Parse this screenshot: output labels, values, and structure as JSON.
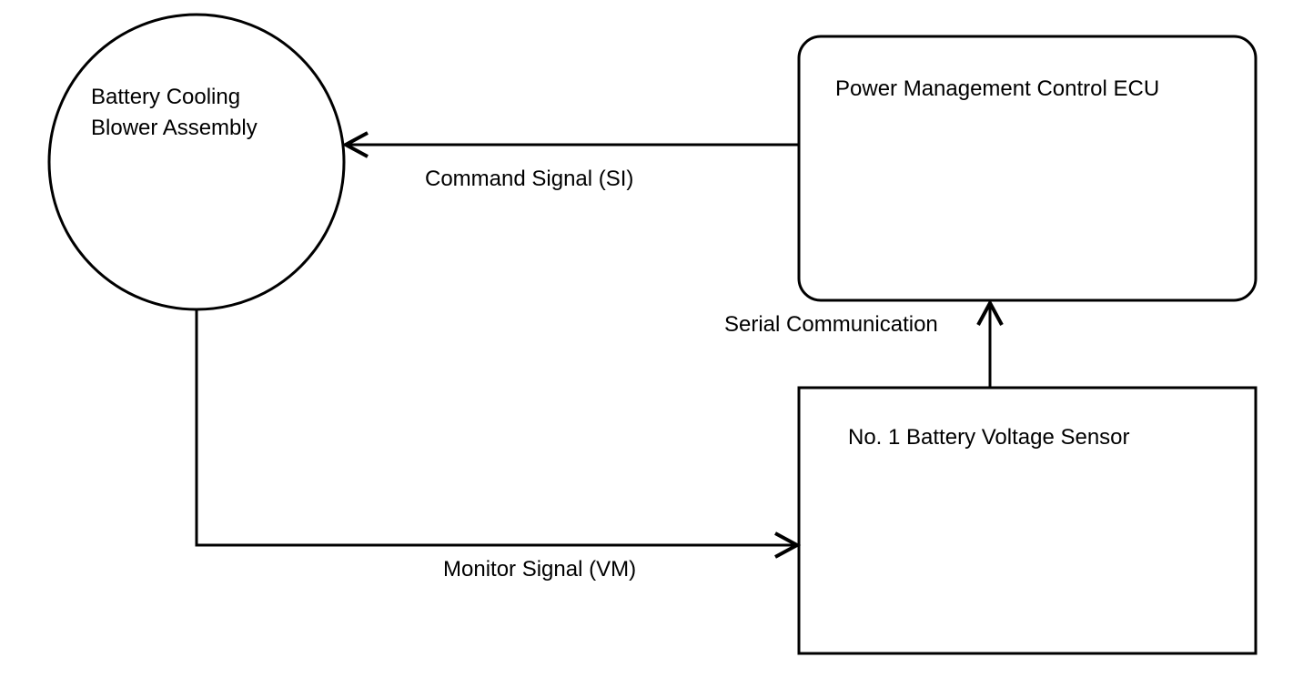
{
  "diagram": {
    "nodes": {
      "blower": {
        "shape": "circle",
        "label_line1": "Battery Cooling",
        "label_line2": "Blower Assembly"
      },
      "ecu": {
        "shape": "rounded-rectangle",
        "label": "Power Management Control ECU"
      },
      "sensor": {
        "shape": "rectangle",
        "label": "No. 1 Battery Voltage Sensor"
      }
    },
    "edges": {
      "command": {
        "from": "ecu",
        "to": "blower",
        "label": "Command Signal (SI)"
      },
      "serial": {
        "from": "sensor",
        "to": "ecu",
        "label": "Serial Communication"
      },
      "monitor": {
        "from": "blower",
        "to": "sensor",
        "label": "Monitor Signal (VM)"
      }
    },
    "colors": {
      "stroke": "#000000",
      "background": "#ffffff"
    }
  }
}
